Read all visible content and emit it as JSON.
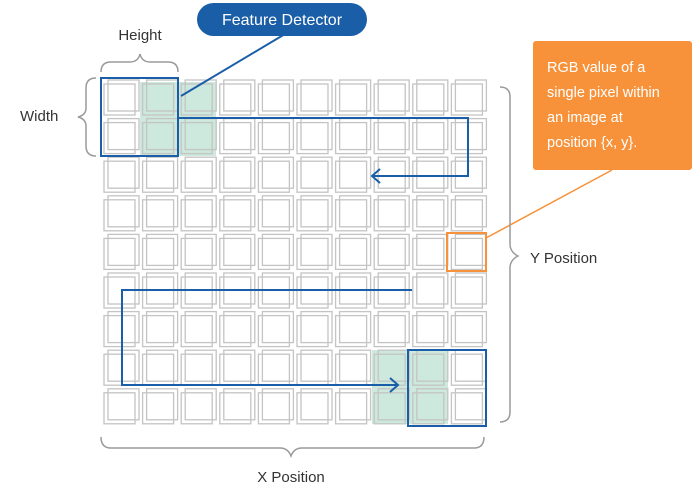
{
  "labels": {
    "feature_detector": "Feature Detector",
    "height": "Height",
    "width": "Width",
    "y_position": "Y Position",
    "x_position": "X Position",
    "callout": [
      "RGB value of a",
      "single pixel within",
      "an image at",
      "position {x, y}."
    ]
  },
  "grid": {
    "columns": 10,
    "rows": 9
  },
  "colors": {
    "detector_blue": "#1a5ea8",
    "callout_orange": "#f7923a",
    "highlight_green": "#cde8dc",
    "pixel_stroke": "#c4c4c4",
    "bracket_gray": "#9a9a9a",
    "text": "#333333"
  }
}
